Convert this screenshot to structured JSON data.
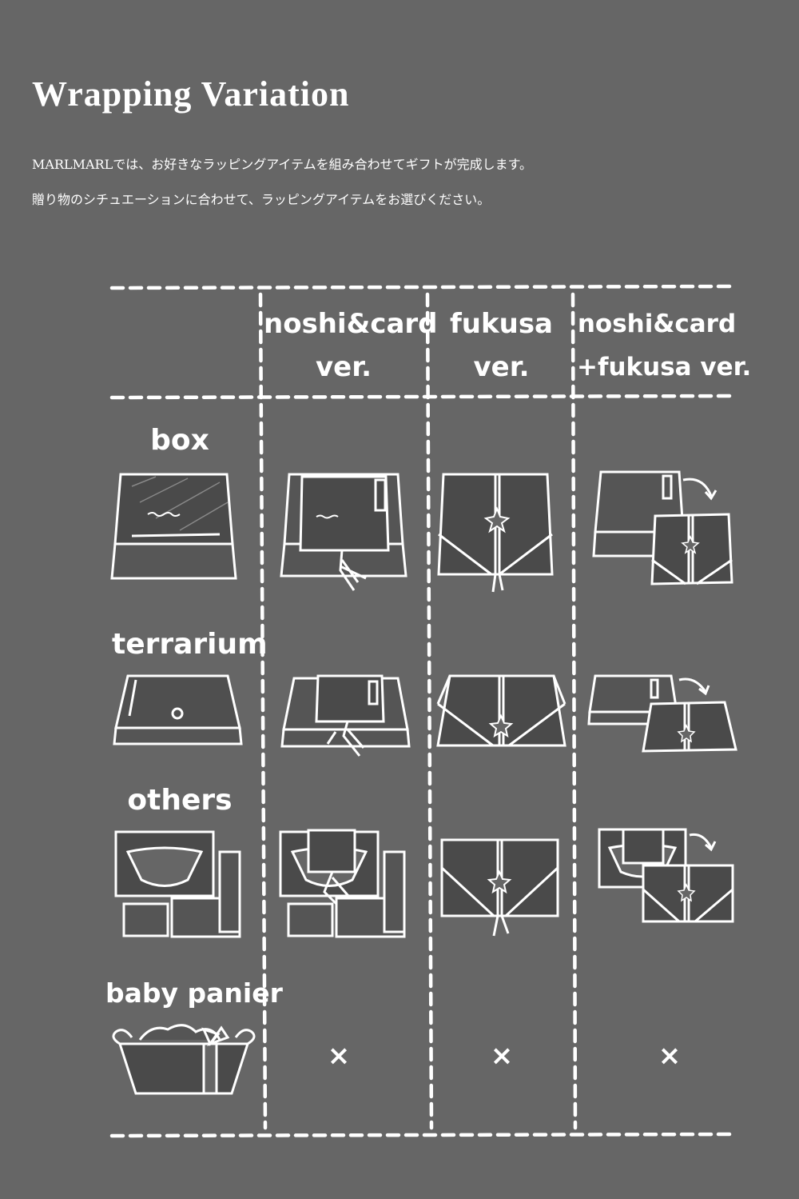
{
  "title": "Wrapping Variation",
  "intro": [
    "MARLMARLでは、お好きなラッピングアイテムを組み合わせてギフトが完成します。",
    "贈り物のシチュエーションに合わせて、ラッピングアイテムをお選びください。"
  ],
  "columns": [
    {
      "line1": "noshi&card",
      "line2": "ver."
    },
    {
      "line1": "fukusa",
      "line2": "ver."
    },
    {
      "line1": "noshi&card",
      "line2": "+fukusa ver."
    }
  ],
  "rows": [
    {
      "label": "box"
    },
    {
      "label": "terrarium"
    },
    {
      "label": "others"
    },
    {
      "label": "baby panier"
    }
  ],
  "unavailable_mark": "×"
}
